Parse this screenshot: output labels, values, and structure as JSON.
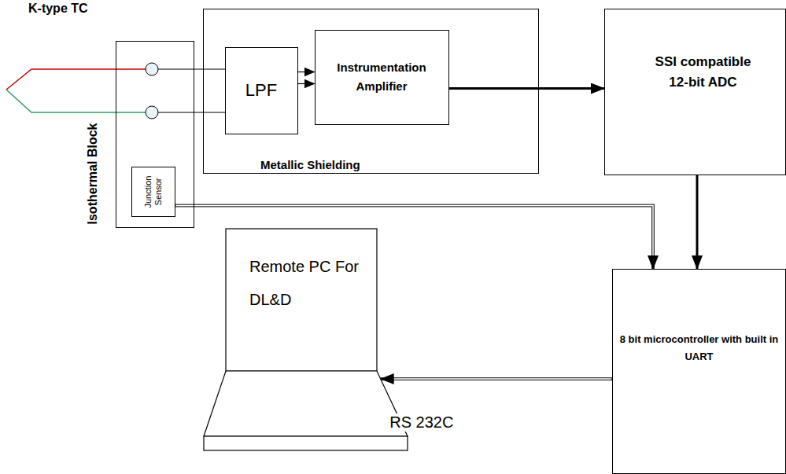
{
  "diagram": {
    "nodes": [
      {
        "text": [
          "Isothermal Block"
        ]
      },
      {
        "text": [
          "Junction Sensor"
        ],
        "in": 0
      },
      {
        "text": [
          "Metallic Shielding"
        ]
      },
      {
        "text": [
          "LPF"
        ],
        "in": 2
      },
      {
        "text": [
          "Instrumentation Amplifier"
        ],
        "in": 2
      },
      {
        "text": [
          "SSI compatible 12-bit ADC"
        ]
      },
      {
        "text": [
          "8 bit microcontroller with built in UART"
        ]
      },
      {
        "text": [
          "Remote PC For DL&D"
        ]
      }
    ],
    "edges": [
      {
        "from": 3,
        "to": 4,
        "arrow": "to"
      },
      {
        "from": 3,
        "to": 4,
        "arrow": "to"
      },
      {
        "from": 4,
        "to": 5,
        "arrow": "to"
      },
      {
        "from": 5,
        "to": 6,
        "arrow": "to"
      },
      {
        "from": 1,
        "to": 6,
        "arrow": "to"
      },
      {
        "from": 6,
        "to": 7,
        "label": "RS 232C",
        "arrow": "to"
      }
    ],
    "labels": [
      "K-type TC"
    ]
  }
}
